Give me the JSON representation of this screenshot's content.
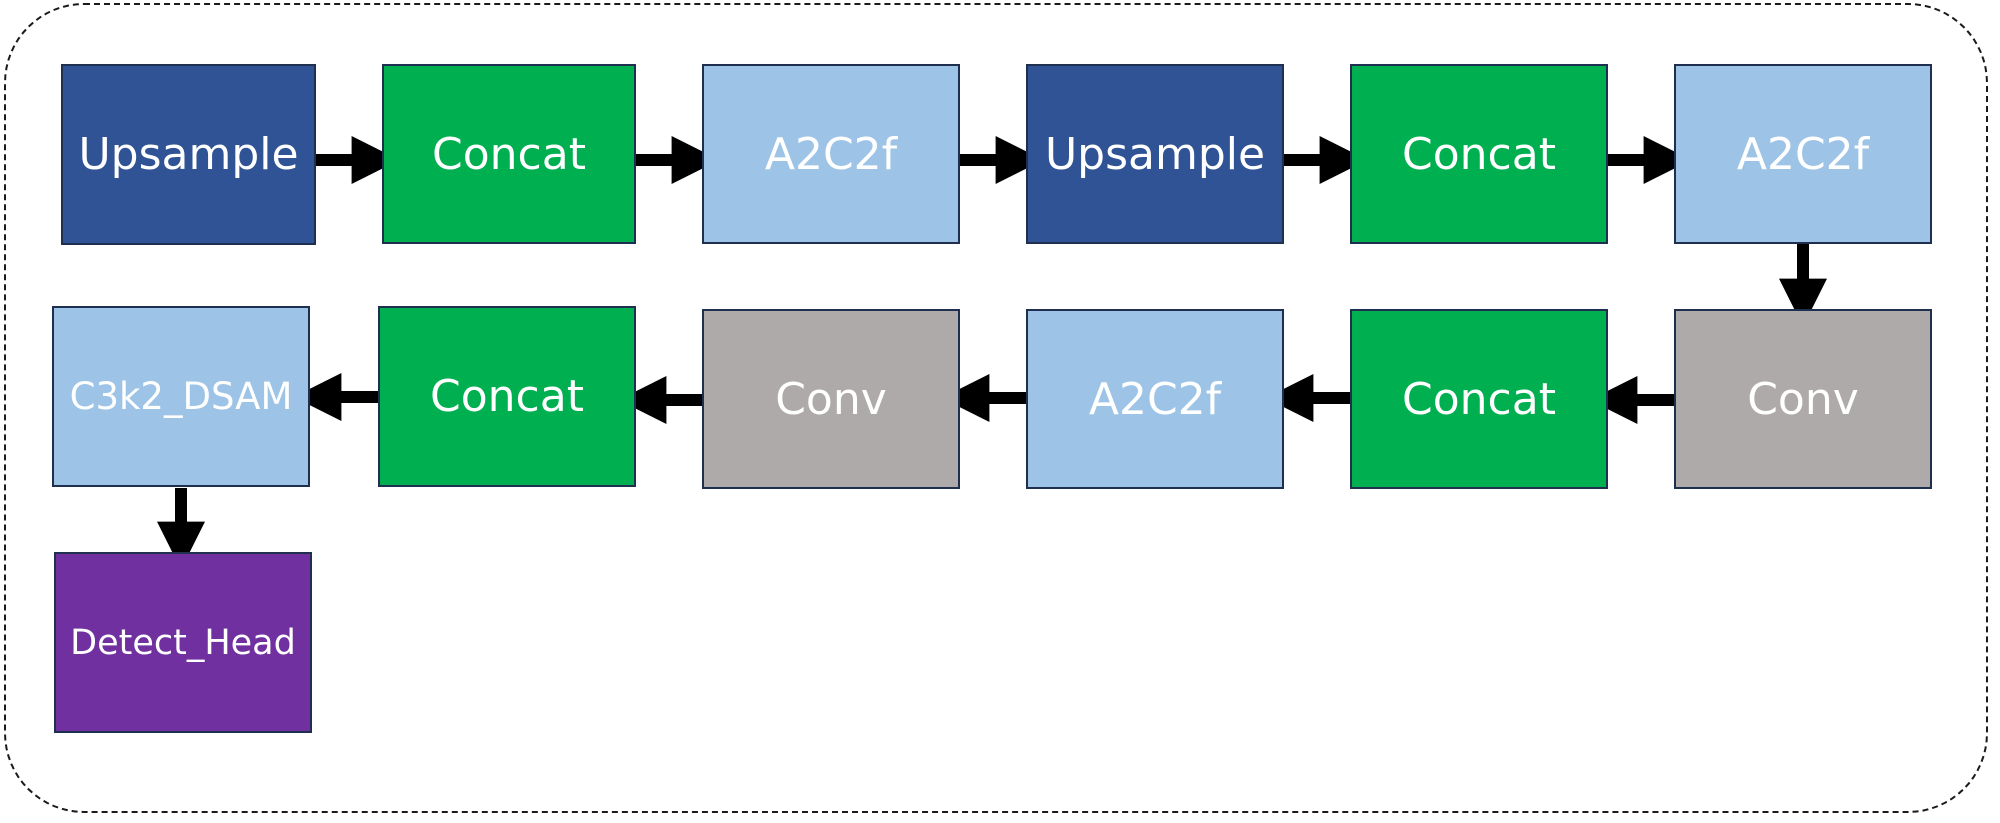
{
  "nodes": [
    {
      "id": "n1",
      "label": "Upsample"
    },
    {
      "id": "n2",
      "label": "Concat"
    },
    {
      "id": "n3",
      "label": "A2C2f"
    },
    {
      "id": "n4",
      "label": "Upsample"
    },
    {
      "id": "n5",
      "label": "Concat"
    },
    {
      "id": "n6",
      "label": "A2C2f"
    },
    {
      "id": "n7",
      "label": "Conv"
    },
    {
      "id": "n8",
      "label": "Concat"
    },
    {
      "id": "n9",
      "label": "A2C2f"
    },
    {
      "id": "n10",
      "label": "Conv"
    },
    {
      "id": "n11",
      "label": "Concat"
    },
    {
      "id": "n12",
      "label": "C3k2_DSAM"
    },
    {
      "id": "n13",
      "label": "Detect_Head"
    }
  ],
  "edges": [
    {
      "from": "n1",
      "to": "n2"
    },
    {
      "from": "n2",
      "to": "n3"
    },
    {
      "from": "n3",
      "to": "n4"
    },
    {
      "from": "n4",
      "to": "n5"
    },
    {
      "from": "n5",
      "to": "n6"
    },
    {
      "from": "n6",
      "to": "n7"
    },
    {
      "from": "n7",
      "to": "n8"
    },
    {
      "from": "n8",
      "to": "n9"
    },
    {
      "from": "n9",
      "to": "n10"
    },
    {
      "from": "n10",
      "to": "n11"
    },
    {
      "from": "n11",
      "to": "n12"
    },
    {
      "from": "n12",
      "to": "n13"
    }
  ],
  "colors": {
    "upsample": "#2f5394",
    "concat": "#00b050",
    "a2c2f": "#9dc3e6",
    "conv": "#aeaaaa",
    "c3k2_dsam": "#9dc3e6",
    "detect_head": "#7030a0",
    "arrow": "#000000"
  }
}
